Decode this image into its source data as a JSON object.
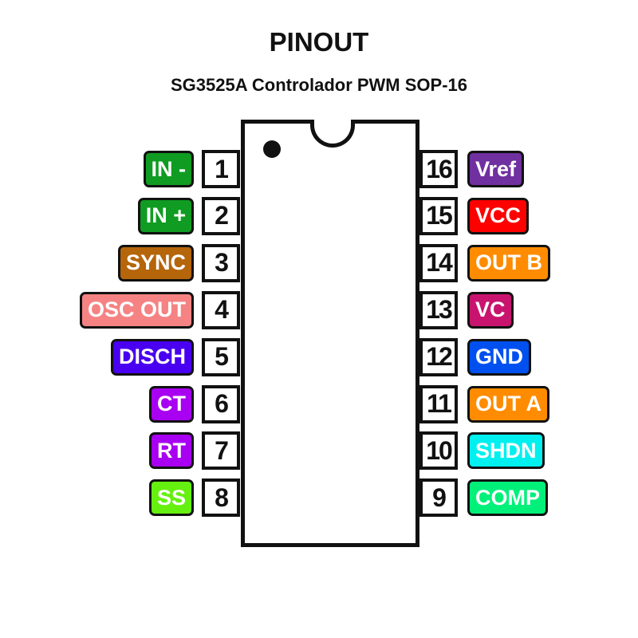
{
  "title": "PINOUT",
  "subtitle": "SG3525A Controlador PWM SOP-16",
  "left_pins": [
    {
      "number": "1",
      "label": "IN -",
      "color": "#109c22"
    },
    {
      "number": "2",
      "label": "IN +",
      "color": "#109c22"
    },
    {
      "number": "3",
      "label": "SYNC",
      "color": "#b5650a"
    },
    {
      "number": "4",
      "label": "OSC OUT",
      "color": "#f58383"
    },
    {
      "number": "5",
      "label": "DISCH",
      "color": "#4a00f0"
    },
    {
      "number": "6",
      "label": "CT",
      "color": "#a800f0"
    },
    {
      "number": "7",
      "label": "RT",
      "color": "#a800f0"
    },
    {
      "number": "8",
      "label": "SS",
      "color": "#66f010"
    }
  ],
  "right_pins": [
    {
      "number": "16",
      "label": "Vref",
      "color": "#7030a0"
    },
    {
      "number": "15",
      "label": "VCC",
      "color": "#ff0000"
    },
    {
      "number": "14",
      "label": "OUT B",
      "color": "#ff8c00"
    },
    {
      "number": "13",
      "label": "VC",
      "color": "#c8146e"
    },
    {
      "number": "12",
      "label": "GND",
      "color": "#0050f0"
    },
    {
      "number": "11",
      "label": "OUT A",
      "color": "#ff8c00"
    },
    {
      "number": "10",
      "label": "SHDN",
      "color": "#00f0f0"
    },
    {
      "number": "9",
      "label": "COMP",
      "color": "#00f07a"
    }
  ]
}
